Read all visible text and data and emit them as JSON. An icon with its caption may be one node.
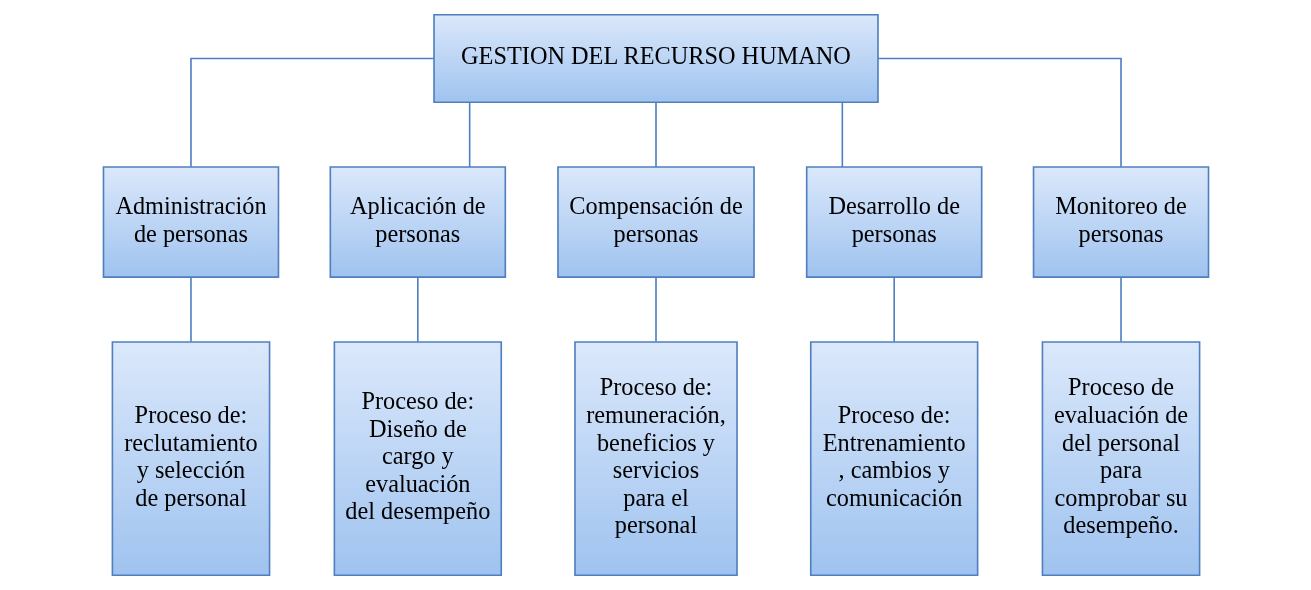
{
  "diagram": {
    "nodes": [
      {
        "text": [
          "GESTION DEL RECURSO HUMANO"
        ]
      },
      {
        "text": [
          "Administración de personas"
        ]
      },
      {
        "text": [
          "Aplicación de personas"
        ]
      },
      {
        "text": [
          "Compensación de personas"
        ]
      },
      {
        "text": [
          "Desarrollo de personas"
        ]
      },
      {
        "text": [
          "Monitoreo de personas"
        ]
      },
      {
        "text": [
          "Proceso de: reclutamiento y selección de personal"
        ]
      },
      {
        "text": [
          "Proceso de: Diseño de cargo y evaluación del desempeño"
        ]
      },
      {
        "text": [
          "Proceso de: remuneración, beneficios y servicios para el personal"
        ]
      },
      {
        "text": [
          "Proceso de: Entrenamiento , cambios y comunicación"
        ]
      },
      {
        "text": [
          "Proceso de evaluación de del personal para comprobar su desempeño."
        ]
      }
    ],
    "edges": [
      {
        "from": 0,
        "to": 1,
        "arrow": "none"
      },
      {
        "from": 0,
        "to": 2,
        "arrow": "none"
      },
      {
        "from": 0,
        "to": 3,
        "arrow": "none"
      },
      {
        "from": 0,
        "to": 4,
        "arrow": "none"
      },
      {
        "from": 0,
        "to": 5,
        "arrow": "none"
      },
      {
        "from": 1,
        "to": 6,
        "arrow": "none"
      },
      {
        "from": 2,
        "to": 7,
        "arrow": "none"
      },
      {
        "from": 3,
        "to": 8,
        "arrow": "none"
      },
      {
        "from": 4,
        "to": 9,
        "arrow": "none"
      },
      {
        "from": 5,
        "to": 10,
        "arrow": "none"
      }
    ]
  }
}
